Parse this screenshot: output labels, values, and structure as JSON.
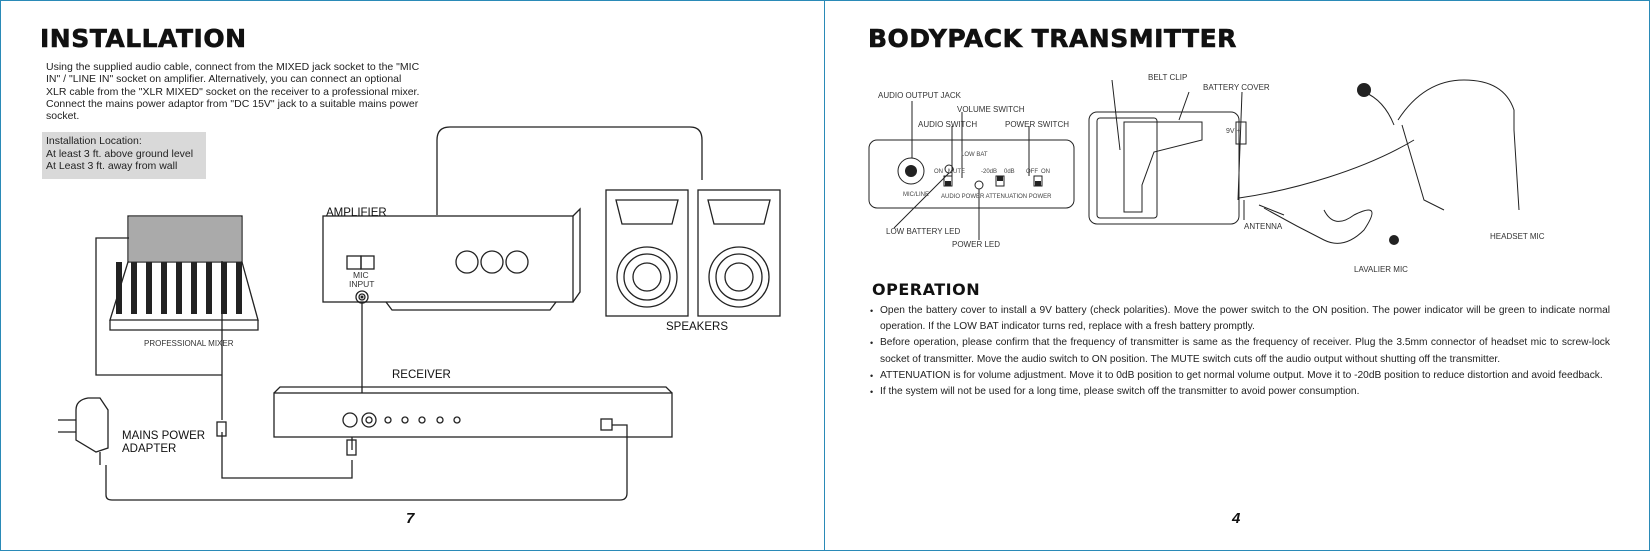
{
  "left_page": {
    "title": "INSTALLATION",
    "intro": "Using the supplied audio cable, connect from the MIXED jack socket to the \"MIC IN\" / \"LINE IN\" socket on amplifier. Alternatively, you can connect an optional XLR cable from the \"XLR MIXED\" socket on the receiver to a professional mixer. Connect the mains power adaptor from \"DC 15V\" jack to a suitable mains power socket.",
    "location_box": {
      "line1": "Installation Location:",
      "line2": "At least 3 ft. above ground level",
      "line3": "At Least 3 ft. away from wall"
    },
    "labels": {
      "amplifier": "AMPLIFIER",
      "mic_input_1": "MIC",
      "mic_input_2": "INPUT",
      "speakers": "SPEAKERS",
      "professional_mixer": "PROFESSIONAL MIXER",
      "receiver": "RECEIVER",
      "mains_power_1": "MAINS POWER",
      "mains_power_2": "ADAPTER"
    },
    "page_number": "7"
  },
  "right_page": {
    "title": "BODYPACK TRANSMITTER",
    "labels": {
      "audio_output_jack": "AUDIO OUTPUT JACK",
      "volume_switch": "VOLUME SWITCH",
      "audio_switch": "AUDIO SWITCH",
      "power_switch": "POWER SWITCH",
      "low_battery_led": "LOW BATTERY LED",
      "power_led": "POWER LED",
      "belt_clip": "BELT CLIP",
      "battery_cover": "BATTERY COVER",
      "antenna": "ANTENNA",
      "lavalier_mic": "LAVALIER MIC",
      "headset_mic": "HEADSET MIC"
    },
    "panel_text": {
      "low_bat": "LOW BAT",
      "on": "ON",
      "mute": "MUTE",
      "db20": "-20dB",
      "db0": "0dB",
      "off": "OFF",
      "on2": "ON",
      "mic_line": "MIC/LINE",
      "row": "AUDIO POWER ATTENUATION   POWER",
      "battery": "9V +"
    },
    "operation_title": "OPERATION",
    "operation_items": [
      "Open the battery cover to install a 9V battery (check polarities). Move the power switch to the ON position. The power indicator will be green to indicate normal operation. If the LOW BAT indicator turns red, replace with a fresh battery promptly.",
      "Before operation, please confirm that the frequency of transmitter is same as the frequency of receiver. Plug the 3.5mm connector of headset mic to screw-lock socket of transmitter. Move the audio switch to ON position. The MUTE switch cuts off the audio output without shutting off the transmitter.",
      "ATTENUATION is for volume adjustment. Move it to 0dB position to get normal volume output. Move it to -20dB position to reduce distortion and avoid feedback.",
      "If the system will not be used for a long time, please switch off the transmitter to avoid power consumption."
    ],
    "page_number": "4"
  }
}
